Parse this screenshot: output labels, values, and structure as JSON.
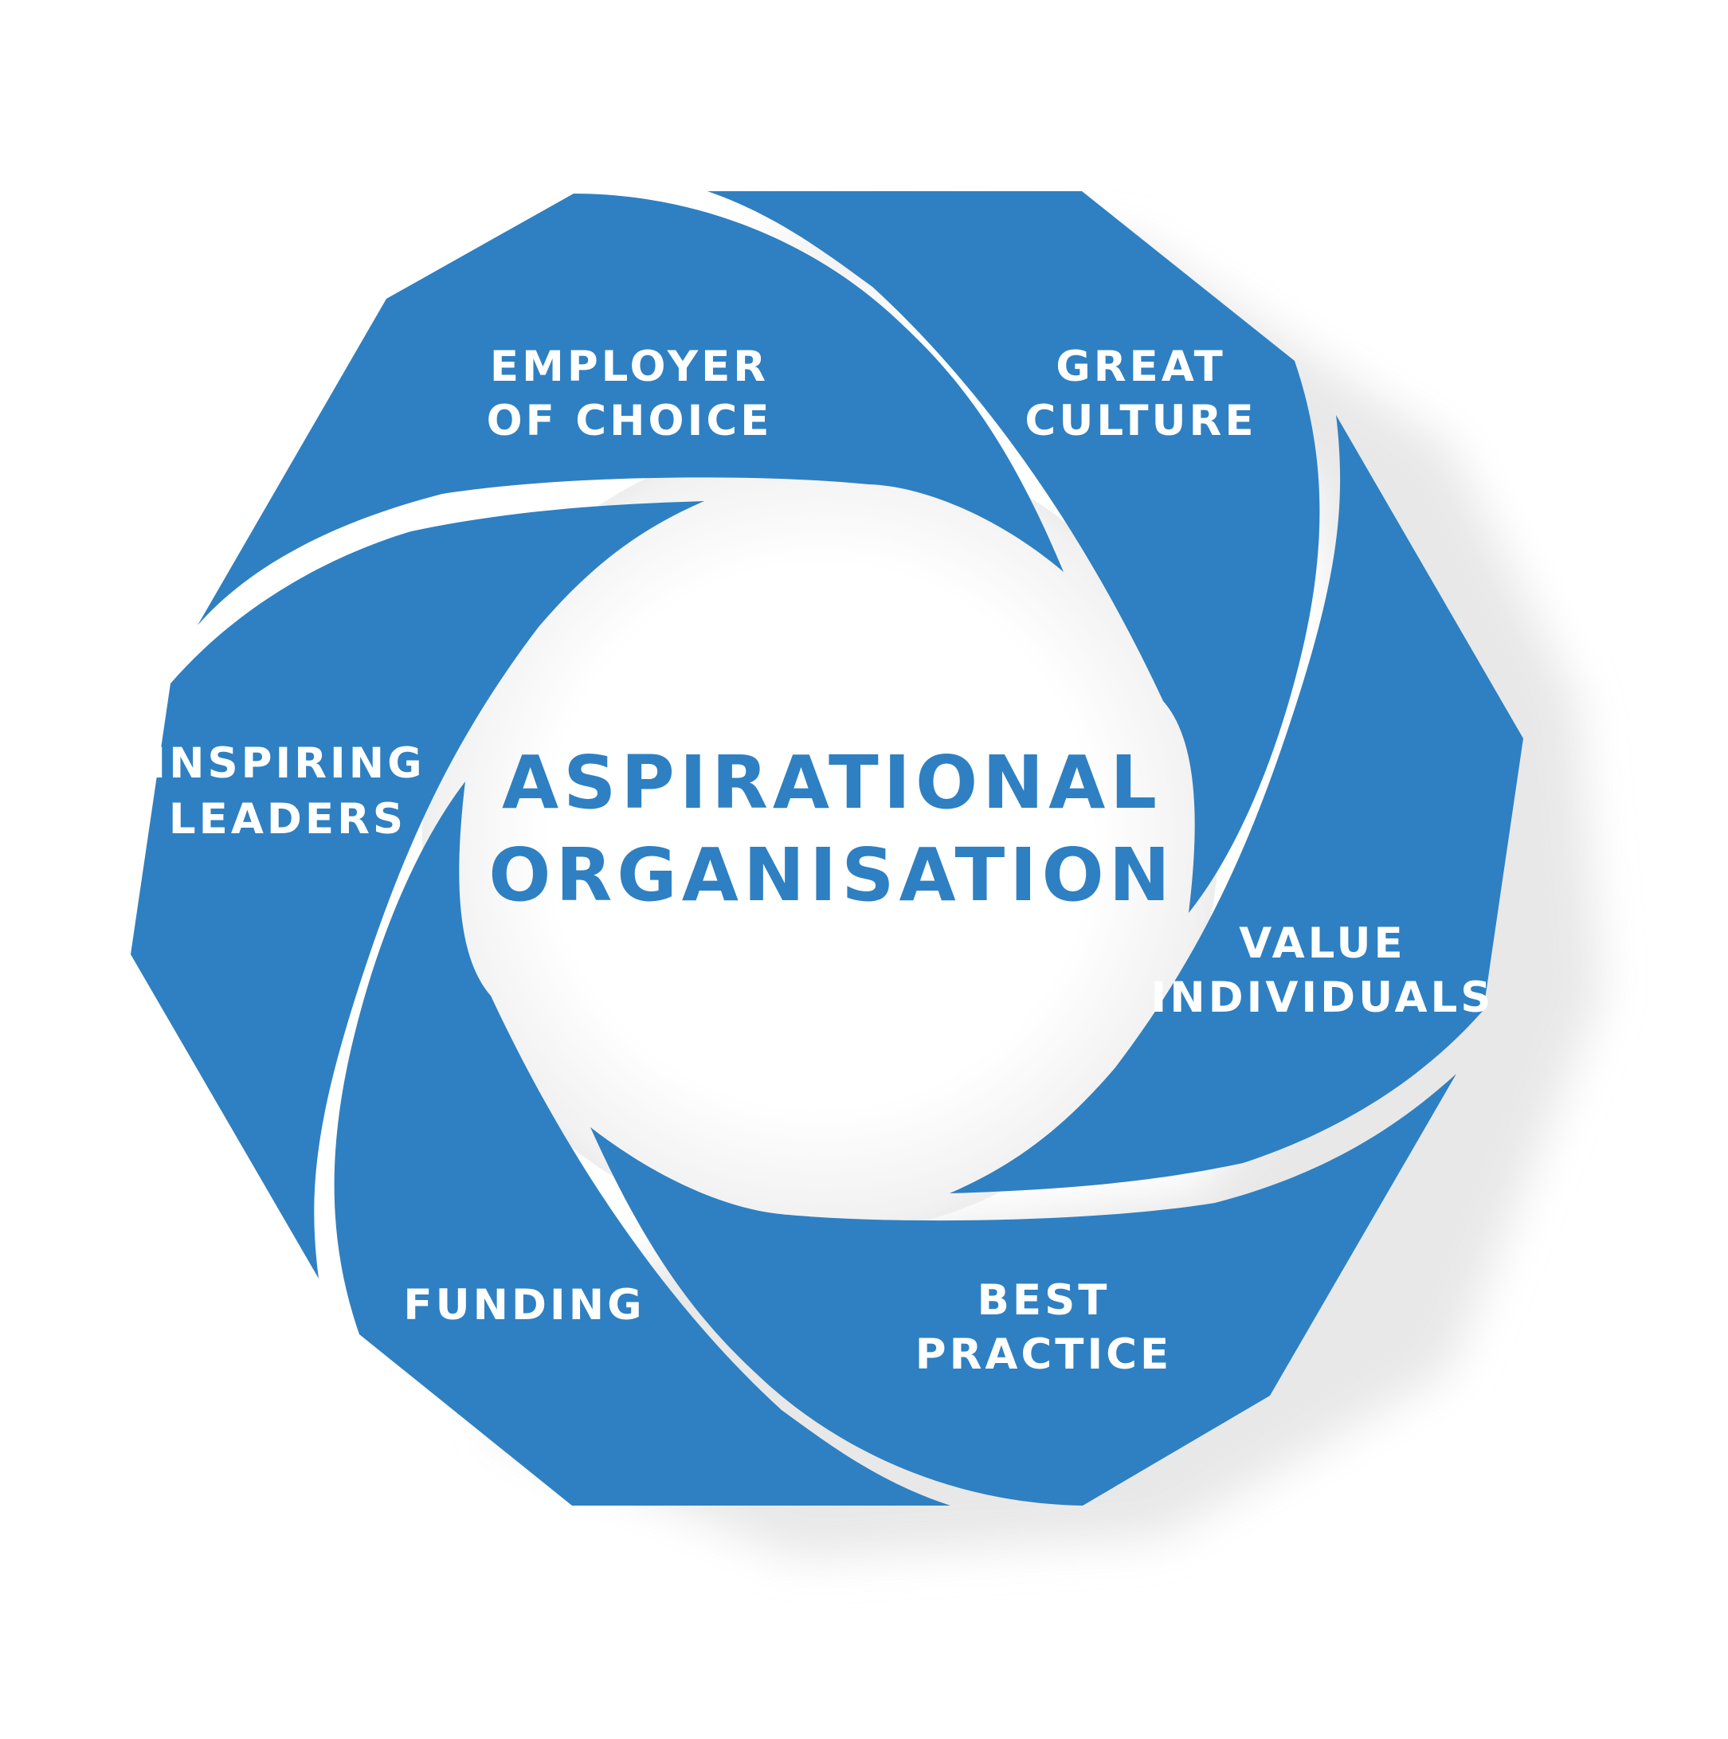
{
  "diagram": {
    "center": {
      "line1": "ASPIRATIONAL",
      "line2": "ORGANISATION"
    },
    "segments": [
      {
        "id": "employer-of-choice",
        "line1": "EMPLOYER",
        "line2": "OF CHOICE"
      },
      {
        "id": "great-culture",
        "line1": "GREAT",
        "line2": "CULTURE"
      },
      {
        "id": "value-individuals",
        "line1": "VALUE",
        "line2": "INDIVIDUALS"
      },
      {
        "id": "best-practice",
        "line1": "BEST",
        "line2": "PRACTICE"
      },
      {
        "id": "funding",
        "line1": "FUNDING",
        "line2": ""
      },
      {
        "id": "inspiring-leaders",
        "line1": "INSPIRING",
        "line2": "LEADERS"
      }
    ],
    "colors": {
      "segment": "#2e80c2",
      "center_text": "#2e80c2",
      "segment_text": "#ffffff",
      "shadow": "#e6e6e6",
      "background": "#ffffff"
    }
  }
}
